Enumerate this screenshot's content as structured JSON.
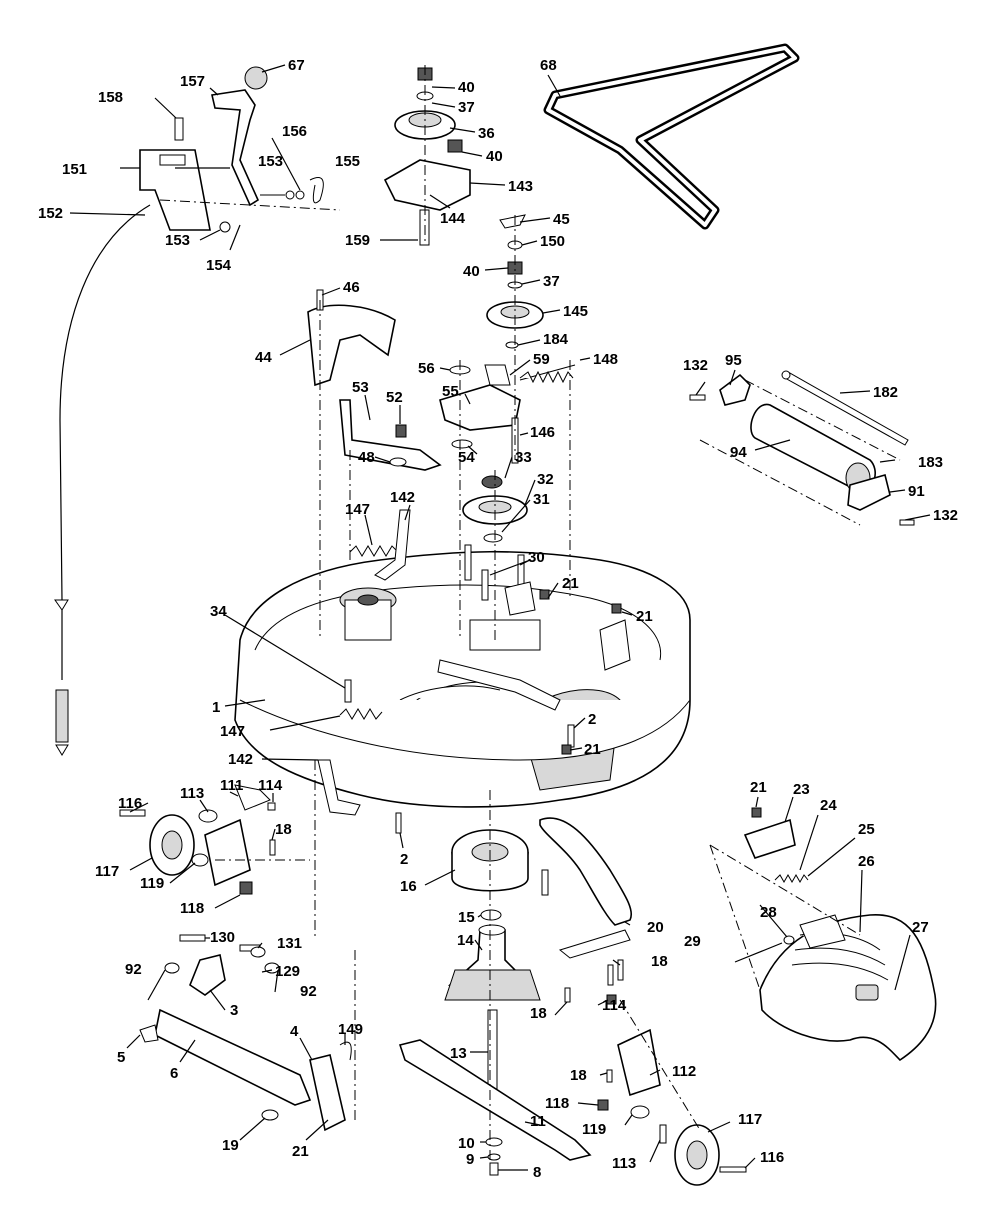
{
  "labels": [
    {
      "id": "p67",
      "text": "67"
    },
    {
      "id": "p157",
      "text": "157"
    },
    {
      "id": "p158",
      "text": "158"
    },
    {
      "id": "p156",
      "text": "156"
    },
    {
      "id": "p153a",
      "text": "153"
    },
    {
      "id": "p155",
      "text": "155"
    },
    {
      "id": "p151",
      "text": "151"
    },
    {
      "id": "p152",
      "text": "152"
    },
    {
      "id": "p153b",
      "text": "153"
    },
    {
      "id": "p154",
      "text": "154"
    },
    {
      "id": "p40a",
      "text": "40"
    },
    {
      "id": "p37a",
      "text": "37"
    },
    {
      "id": "p36",
      "text": "36"
    },
    {
      "id": "p40b",
      "text": "40"
    },
    {
      "id": "p143",
      "text": "143"
    },
    {
      "id": "p144",
      "text": "144"
    },
    {
      "id": "p159",
      "text": "159"
    },
    {
      "id": "p68",
      "text": "68"
    },
    {
      "id": "p45",
      "text": "45"
    },
    {
      "id": "p150",
      "text": "150"
    },
    {
      "id": "p40c",
      "text": "40"
    },
    {
      "id": "p37b",
      "text": "37"
    },
    {
      "id": "p145",
      "text": "145"
    },
    {
      "id": "p184",
      "text": "184"
    },
    {
      "id": "p46",
      "text": "46"
    },
    {
      "id": "p44",
      "text": "44"
    },
    {
      "id": "p56",
      "text": "56"
    },
    {
      "id": "p59",
      "text": "59"
    },
    {
      "id": "p148",
      "text": "148"
    },
    {
      "id": "p53",
      "text": "53"
    },
    {
      "id": "p52",
      "text": "52"
    },
    {
      "id": "p55",
      "text": "55"
    },
    {
      "id": "p146",
      "text": "146"
    },
    {
      "id": "p48",
      "text": "48"
    },
    {
      "id": "p54",
      "text": "54"
    },
    {
      "id": "p33",
      "text": "33"
    },
    {
      "id": "p32",
      "text": "32"
    },
    {
      "id": "p31",
      "text": "31"
    },
    {
      "id": "p147a",
      "text": "147"
    },
    {
      "id": "p142a",
      "text": "142"
    },
    {
      "id": "p30",
      "text": "30"
    },
    {
      "id": "p132a",
      "text": "132"
    },
    {
      "id": "p95",
      "text": "95"
    },
    {
      "id": "p182",
      "text": "182"
    },
    {
      "id": "p94",
      "text": "94"
    },
    {
      "id": "p183",
      "text": "183"
    },
    {
      "id": "p91",
      "text": "91"
    },
    {
      "id": "p132b",
      "text": "132"
    },
    {
      "id": "p34",
      "text": "34"
    },
    {
      "id": "p21a",
      "text": "21"
    },
    {
      "id": "p21b",
      "text": "21"
    },
    {
      "id": "p1",
      "text": "1"
    },
    {
      "id": "p147b",
      "text": "147"
    },
    {
      "id": "p2a",
      "text": "2"
    },
    {
      "id": "p21c",
      "text": "21"
    },
    {
      "id": "p142b",
      "text": "142"
    },
    {
      "id": "p116a",
      "text": "116"
    },
    {
      "id": "p113a",
      "text": "113"
    },
    {
      "id": "p111",
      "text": "111"
    },
    {
      "id": "p114a",
      "text": "114"
    },
    {
      "id": "p18a",
      "text": "18"
    },
    {
      "id": "p117a",
      "text": "117"
    },
    {
      "id": "p119a",
      "text": "119"
    },
    {
      "id": "p118a",
      "text": "118"
    },
    {
      "id": "p2b",
      "text": "2"
    },
    {
      "id": "p16",
      "text": "16"
    },
    {
      "id": "p21d",
      "text": "21"
    },
    {
      "id": "p23",
      "text": "23"
    },
    {
      "id": "p24",
      "text": "24"
    },
    {
      "id": "p25",
      "text": "25"
    },
    {
      "id": "p26",
      "text": "26"
    },
    {
      "id": "p130",
      "text": "130"
    },
    {
      "id": "p131",
      "text": "131"
    },
    {
      "id": "p129",
      "text": "129"
    },
    {
      "id": "p92a",
      "text": "92"
    },
    {
      "id": "p92b",
      "text": "92"
    },
    {
      "id": "p3",
      "text": "3"
    },
    {
      "id": "p15",
      "text": "15"
    },
    {
      "id": "p14",
      "text": "14"
    },
    {
      "id": "p20",
      "text": "20"
    },
    {
      "id": "p18b",
      "text": "18"
    },
    {
      "id": "p28",
      "text": "28"
    },
    {
      "id": "p27",
      "text": "27"
    },
    {
      "id": "p29",
      "text": "29"
    },
    {
      "id": "p18c",
      "text": "18"
    },
    {
      "id": "p114b",
      "text": "114"
    },
    {
      "id": "p5",
      "text": "5"
    },
    {
      "id": "p6",
      "text": "6"
    },
    {
      "id": "p4",
      "text": "4"
    },
    {
      "id": "p149",
      "text": "149"
    },
    {
      "id": "p13",
      "text": "13"
    },
    {
      "id": "p18d",
      "text": "18"
    },
    {
      "id": "p112",
      "text": "112"
    },
    {
      "id": "p118b",
      "text": "118"
    },
    {
      "id": "p11",
      "text": "11"
    },
    {
      "id": "p117b",
      "text": "117"
    },
    {
      "id": "p119b",
      "text": "119"
    },
    {
      "id": "p19",
      "text": "19"
    },
    {
      "id": "p21e",
      "text": "21"
    },
    {
      "id": "p10",
      "text": "10"
    },
    {
      "id": "p9",
      "text": "9"
    },
    {
      "id": "p113b",
      "text": "113"
    },
    {
      "id": "p116b",
      "text": "116"
    },
    {
      "id": "p8",
      "text": "8"
    }
  ]
}
